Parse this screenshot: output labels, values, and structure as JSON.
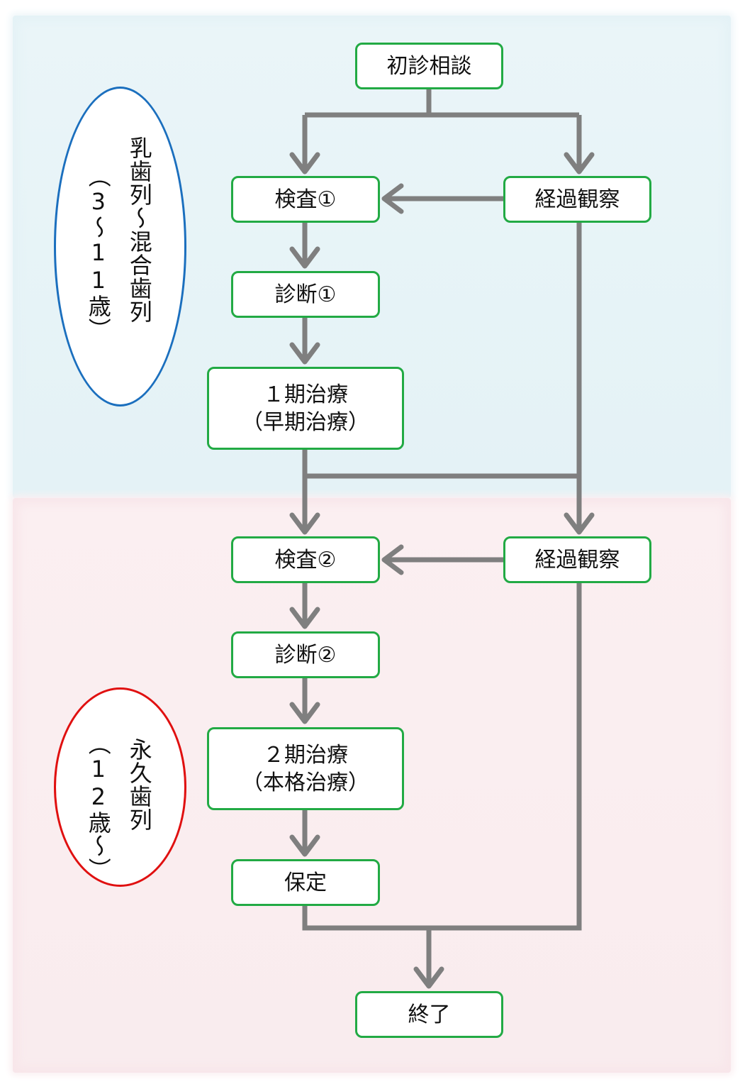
{
  "colors": {
    "node_border": "#22aa44",
    "arrow": "#7f7f7f",
    "top_panel": "#e6f3f7",
    "bottom_panel": "#fbeef0",
    "ellipse_top_border": "#1b6fbe",
    "ellipse_bottom_border": "#e01010"
  },
  "nodes": {
    "initial_consultation": "初診相談",
    "exam1": "検査①",
    "observation1": "経過観察",
    "diagnosis1": "診断①",
    "phase1_line1": "１期治療",
    "phase1_line2": "（早期治療）",
    "exam2": "検査②",
    "observation2": "経過観察",
    "diagnosis2": "診断②",
    "phase2_line1": "２期治療",
    "phase2_line2": "（本格治療）",
    "retention": "保定",
    "end": "終了"
  },
  "labels": {
    "primary_main": "乳歯列～混合歯列",
    "primary_age": "（3～11歳）",
    "permanent_main": "永久歯列",
    "permanent_age": "（12歳～）"
  }
}
